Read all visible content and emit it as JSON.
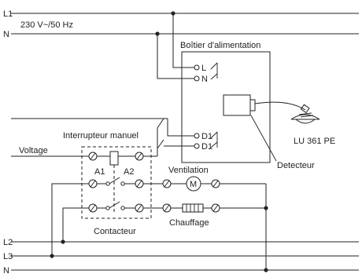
{
  "rails": {
    "l1": "L1",
    "n_top": "N",
    "l2": "L2",
    "l3": "L3",
    "n_bottom": "N",
    "supply": "230 V~/50 Hz"
  },
  "labels": {
    "power_box": "Boîtier d'alimentation",
    "terminal_l": "L",
    "terminal_n": "N",
    "terminal_d1_top": "D1",
    "terminal_d1_bottom": "D1",
    "manual_switch": "Interrupteur manuel",
    "voltage": "Voltage",
    "a1": "A1",
    "a2": "A2",
    "ventilation": "Ventilation",
    "motor": "M",
    "heating": "Chauffage",
    "contactor": "Contacteur",
    "detector_model": "LU 361 PE",
    "detector": "Detecteur"
  }
}
